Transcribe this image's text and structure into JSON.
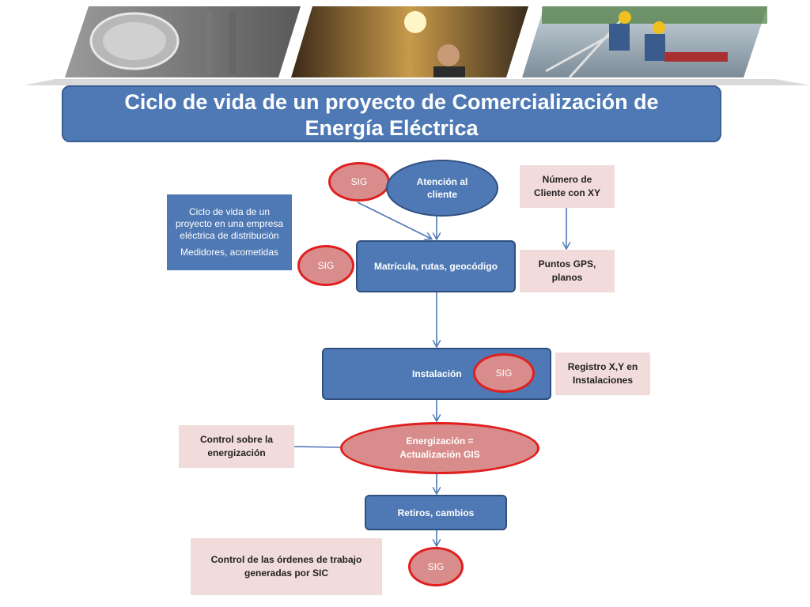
{
  "title": {
    "line1": "Ciclo de vida de un proyecto de Comercialización de",
    "line2": "Energía Eléctrica"
  },
  "nodes": {
    "atencion": "Atención al cliente",
    "matricula": "Matrícula, rutas, geocódigo",
    "instalacion": "Instalación",
    "energizacion_line1": "Energización =",
    "energizacion_line2": "Actualización GIS",
    "retiros": "Retiros, cambios"
  },
  "sig_label": "SIG",
  "notes": {
    "ciclo_line1": "Ciclo de vida de un proyecto en una empresa eléctrica de distribución",
    "ciclo_line2": "Medidores, acometidas",
    "numero_cliente": "Número de Cliente con XY",
    "puntos_gps": "Puntos GPS, planos",
    "registro": "Registro X,Y en Instalaciones",
    "control_energizacion": "Control sobre la energización",
    "control_ordenes": "Control de las órdenes de trabajo generadas por SIC"
  },
  "colors": {
    "blue": "#4f79b4",
    "red_border": "#e02020",
    "pink": "#f2dcdb"
  },
  "icons": [
    "meter-photo",
    "worker-lamp-photo",
    "linemen-tower-photo"
  ]
}
